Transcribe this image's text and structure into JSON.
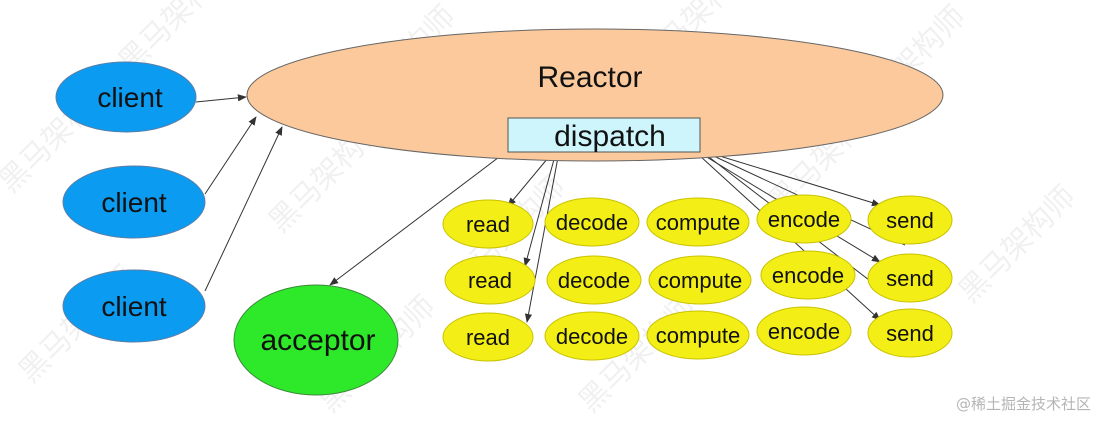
{
  "reactor": {
    "label": "Reactor",
    "fill": "#fbc99b"
  },
  "dispatch": {
    "label": "dispatch",
    "fill": "#cdf5fb"
  },
  "clients": [
    "client",
    "client",
    "client"
  ],
  "client_fill": "#0b9cf2",
  "acceptor": {
    "label": "acceptor",
    "fill": "#2ee92a"
  },
  "handler_fill": "#f2ee16",
  "handlers": [
    [
      "read",
      "decode",
      "compute",
      "encode",
      "send"
    ],
    [
      "read",
      "decode",
      "compute",
      "encode",
      "send"
    ],
    [
      "read",
      "decode",
      "compute",
      "encode",
      "send"
    ]
  ],
  "watermark_text": "黑马架构师",
  "footer_credit": "@稀土掘金技术社区"
}
